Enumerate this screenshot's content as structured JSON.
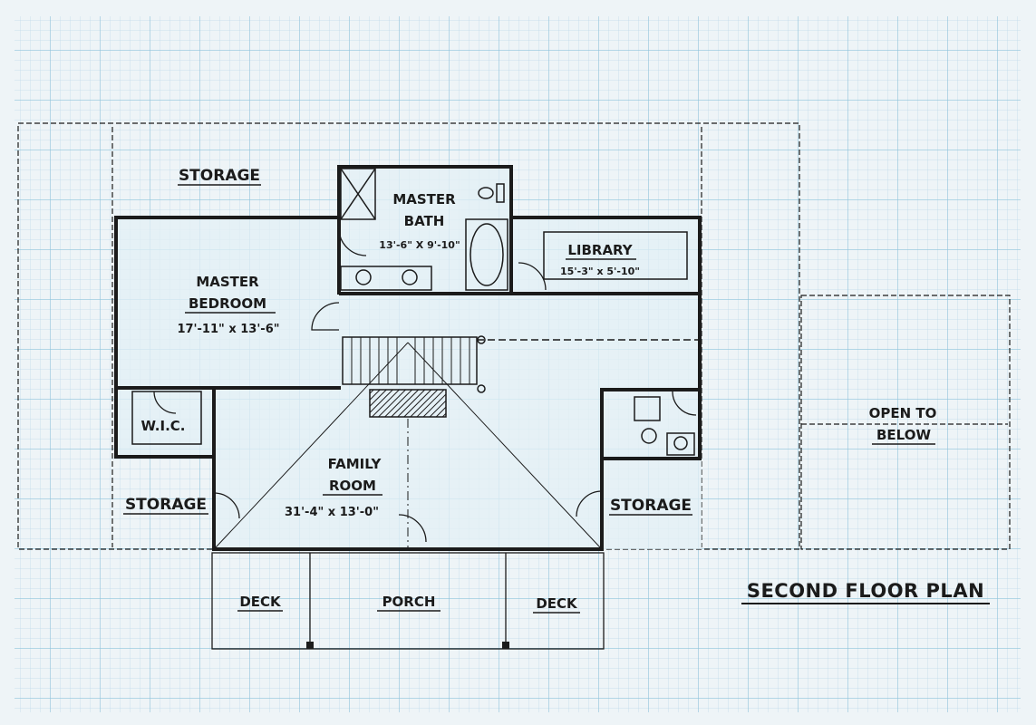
{
  "plan_title": "SECOND FLOOR PLAN",
  "rooms": {
    "storage_top": {
      "name": "STORAGE"
    },
    "master_bath": {
      "name_line1": "MASTER",
      "name_line2": "BATH",
      "size": "13'-6\" X 9'-10\""
    },
    "library": {
      "name": "LIBRARY",
      "size": "15'-3\" x 5'-10\""
    },
    "master_bedroom": {
      "name_line1": "MASTER",
      "name_line2": "BEDROOM",
      "size": "17'-11\" x 13'-6\""
    },
    "wic": {
      "name": "W.I.C."
    },
    "storage_left": {
      "name": "STORAGE"
    },
    "family_room": {
      "name_line1": "FAMILY",
      "name_line2": "ROOM",
      "size": "31'-4\" x 13'-0\""
    },
    "storage_right": {
      "name": "STORAGE"
    },
    "open_to_below": {
      "name_line1": "OPEN TO",
      "name_line2": "BELOW"
    },
    "deck_left": {
      "name": "DECK"
    },
    "porch": {
      "name": "PORCH"
    },
    "deck_right": {
      "name": "DECK"
    }
  },
  "colors": {
    "paper": "#eef4f7",
    "grid_minor": "#bfdcea",
    "grid_major": "#8fc3db",
    "wall": "#1b1b1b",
    "room_fill": "#e3f0f6"
  }
}
